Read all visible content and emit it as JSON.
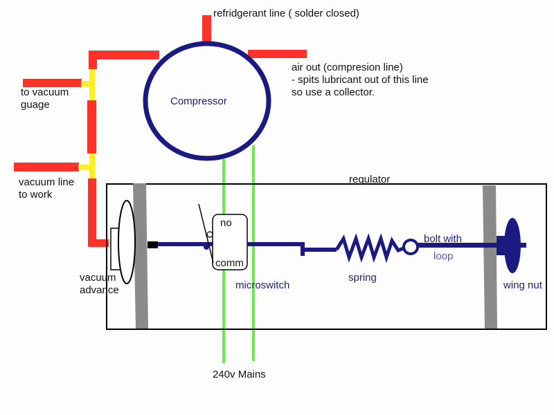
{
  "labels": {
    "refrigerant": "refridgerant line ( solder closed)",
    "air_out": [
      "air out (compresion line)",
      "- spits lubricant out of this line",
      "so use a collector."
    ],
    "compressor": "Compressor",
    "vacuum_gauge": [
      "to vacuum",
      "guage"
    ],
    "vacuum_line": [
      "vacuum line",
      "to work"
    ],
    "regulator": "regulator",
    "no": "no",
    "comm": "comm",
    "vacuum_advance": [
      "vacuum",
      "advance"
    ],
    "microswitch": "microswitch",
    "spring": "spring",
    "bolt": [
      "bolt with",
      "loop"
    ],
    "wing_nut": "wing nut",
    "mains": "240v Mains"
  },
  "colors": {
    "pipe": "#ff3328",
    "junction": "#ffee22",
    "wire": "#66ee44",
    "mechanism": "#1a1a80",
    "plate": "#8a8a8a"
  }
}
